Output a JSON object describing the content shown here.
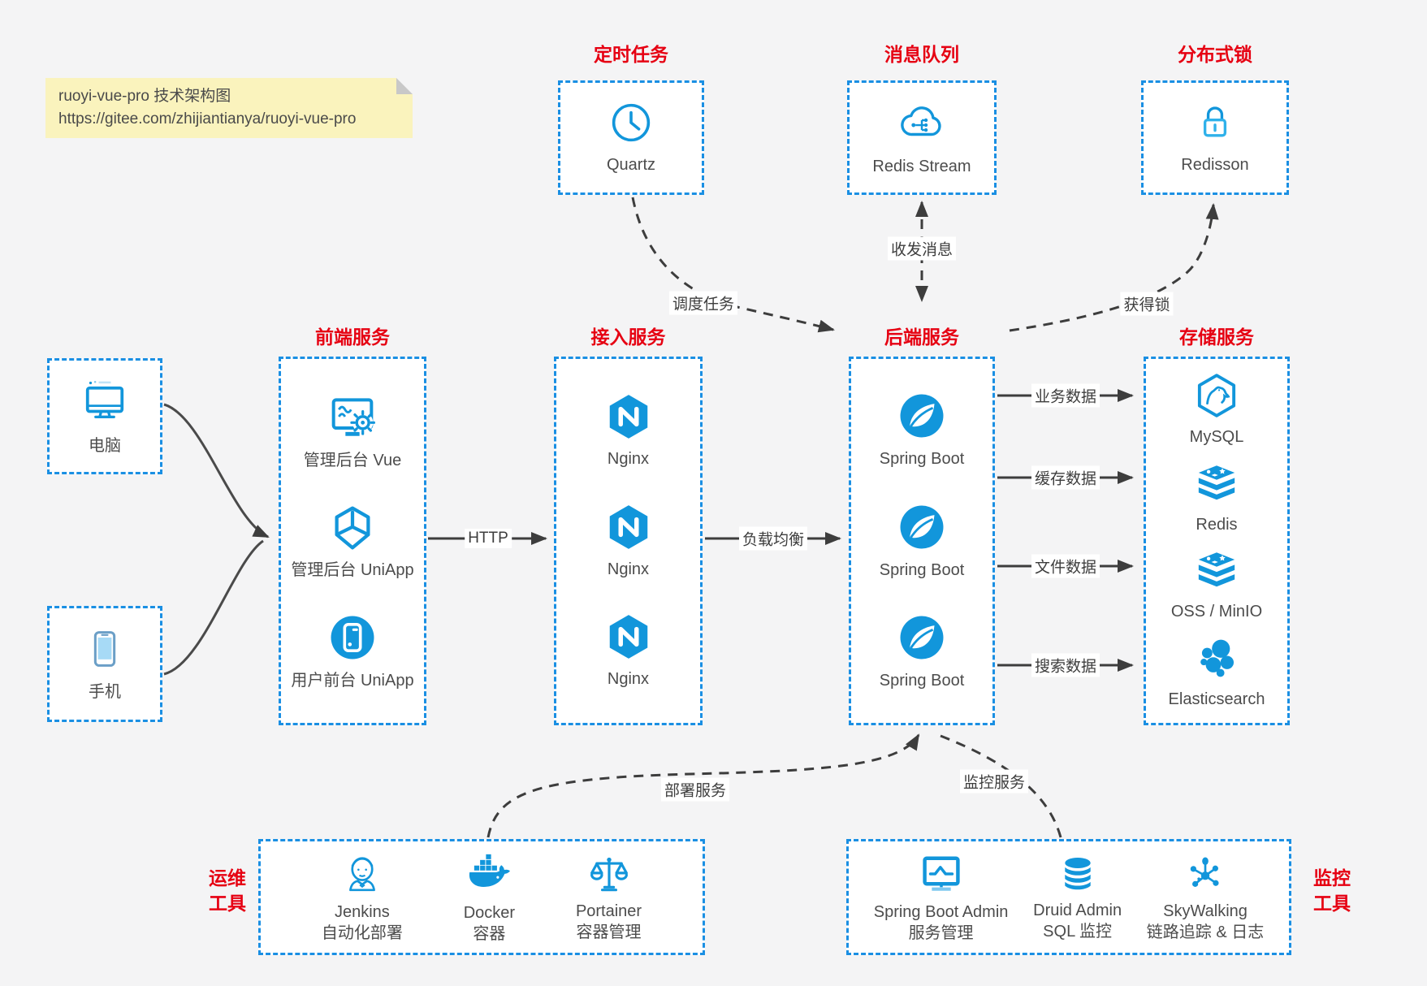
{
  "note": {
    "line1": "ruoyi-vue-pro 技术架构图",
    "line2": "https://gitee.com/zhijiantianya/ruoyi-vue-pro"
  },
  "colors": {
    "icon_blue": "#1296db",
    "border_blue": "#1a8fe3",
    "title_red": "#e60012",
    "line_gray": "#3d3d3d",
    "note_yellow": "#faf3bd"
  },
  "top_groups": [
    {
      "title": "定时任务",
      "label": "Quartz"
    },
    {
      "title": "消息队列",
      "label": "Redis Stream"
    },
    {
      "title": "分布式锁",
      "label": "Redisson"
    }
  ],
  "clients": [
    {
      "label": "电脑"
    },
    {
      "label": "手机"
    }
  ],
  "columns": {
    "frontend": {
      "title": "前端服务",
      "items": [
        {
          "label": "管理后台 Vue"
        },
        {
          "label": "管理后台 UniApp"
        },
        {
          "label": "用户前台 UniApp"
        }
      ]
    },
    "gateway": {
      "title": "接入服务",
      "items": [
        {
          "label": "Nginx"
        },
        {
          "label": "Nginx"
        },
        {
          "label": "Nginx"
        }
      ]
    },
    "backend": {
      "title": "后端服务",
      "items": [
        {
          "label": "Spring Boot"
        },
        {
          "label": "Spring Boot"
        },
        {
          "label": "Spring Boot"
        }
      ]
    },
    "storage": {
      "title": "存储服务",
      "items": [
        {
          "label": "MySQL"
        },
        {
          "label": "Redis"
        },
        {
          "label": "OSS / MinIO"
        },
        {
          "label": "Elasticsearch"
        }
      ]
    }
  },
  "bottom": {
    "ops": {
      "label_line1": "运维",
      "label_line2": "工具",
      "items": [
        {
          "name": "Jenkins",
          "desc": "自动化部署"
        },
        {
          "name": "Docker",
          "desc": "容器"
        },
        {
          "name": "Portainer",
          "desc": "容器管理"
        }
      ]
    },
    "monitor": {
      "label_line1": "监控",
      "label_line2": "工具",
      "items": [
        {
          "name": "Spring Boot Admin",
          "desc": "服务管理"
        },
        {
          "name": "Druid Admin",
          "desc": "SQL 监控"
        },
        {
          "name": "SkyWalking",
          "desc": "链路追踪 & 日志"
        }
      ]
    }
  },
  "edges": {
    "http": "HTTP",
    "load_balance": "负载均衡",
    "schedule": "调度任务",
    "message": "收发消息",
    "lock": "获得锁",
    "business_data": "业务数据",
    "cache_data": "缓存数据",
    "file_data": "文件数据",
    "search_data": "搜索数据",
    "deploy": "部署服务",
    "monitor": "监控服务"
  }
}
